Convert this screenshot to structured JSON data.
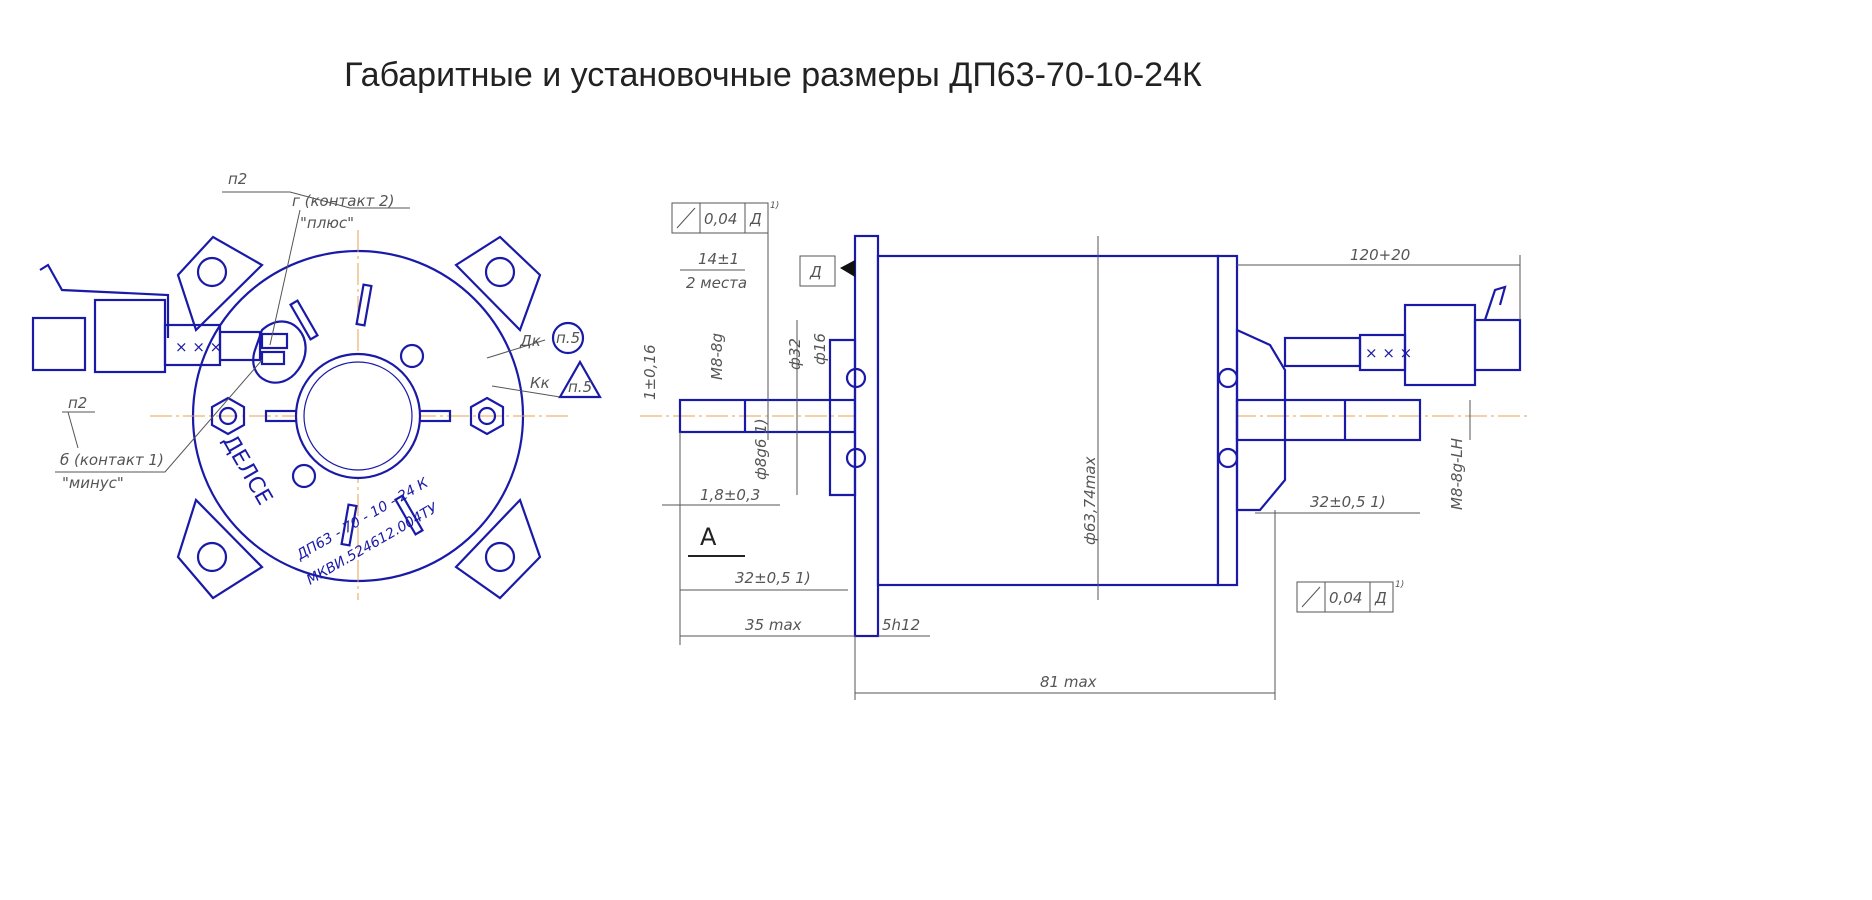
{
  "title": "Габаритные и установочные размеры ДП63-70-10-24К",
  "colors": {
    "outline": "#1a1aa8",
    "centerline": "#e8a050",
    "dimension": "#555555"
  },
  "front_view": {
    "callout_contact2_ref": "п2",
    "callout_contact2": "г (контакт 2)",
    "callout_plus": "\"плюс\"",
    "callout_contact1_ref": "п2",
    "callout_contact1": "б (контакт 1)",
    "callout_minus": "\"минус\"",
    "label_dk": "Дк",
    "label_kk": "Кк",
    "note_circle": "п.5",
    "note_triangle": "п.5",
    "brand": "ДЕЛСЕ",
    "model_line1": "ДП63 - 70 - 10 - 24 К",
    "model_line2": "МКВИ.524612.004ТУ"
  },
  "side_view": {
    "tolerance_frame_top": {
      "value": "0,04",
      "datum": "Д",
      "note": "1)"
    },
    "datum_label": "Д",
    "dim_14": "14±1",
    "dim_14_note": "2 места",
    "dim_thread_front": "М8-8g",
    "dim_slot": "1±0,16",
    "dim_d32": "ф32",
    "dim_d16": "ф16",
    "dim_shaft": "ф8g6 1)",
    "dim_1_8": "1,8±0,3",
    "view_label": "А",
    "dim_32_front": "32±0,5 1)",
    "dim_35": "35 max",
    "dim_5h12": "5h12",
    "dim_81": "81 max",
    "dim_body_dia": "ф63,74max",
    "dim_120": "120+20",
    "dim_32_rear": "32±0,5 1)",
    "dim_thread_rear": "М8-8g-LH",
    "tolerance_frame_bottom": {
      "value": "0,04",
      "datum": "Д",
      "note": "1)"
    }
  }
}
